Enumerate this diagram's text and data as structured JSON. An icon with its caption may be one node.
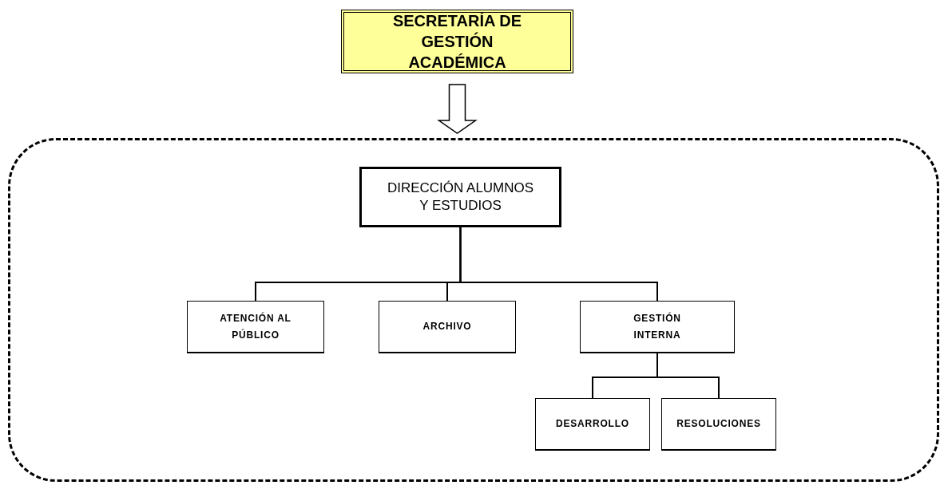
{
  "diagram": {
    "nodes": [
      {
        "text": [
          "SECRETARÍA DE GESTIÓN ACADÉMICA"
        ]
      },
      {
        "text": [],
        "shape": "box"
      },
      {
        "text": [
          "DIRECCIÓN ALUMNOS Y ESTUDIOS"
        ],
        "in": 1
      },
      {
        "text": [
          "ATENCIÓN AL PÚBLICO"
        ],
        "in": 1
      },
      {
        "text": [
          "ARCHIVO"
        ],
        "in": 1
      },
      {
        "text": [
          "GESTIÓN INTERNA"
        ],
        "in": 1
      },
      {
        "text": [
          "DESARROLLO"
        ],
        "in": 1
      },
      {
        "text": [
          "RESOLUCIONES"
        ],
        "in": 1
      }
    ],
    "edges": [
      {
        "from": 0,
        "to": 1,
        "arrow": "to",
        "style": "thick"
      },
      {
        "from": 2,
        "to": 3,
        "arrow": "none"
      },
      {
        "from": 2,
        "to": 4,
        "arrow": "none"
      },
      {
        "from": 2,
        "to": 5,
        "arrow": "none"
      },
      {
        "from": 5,
        "to": 6,
        "arrow": "none"
      },
      {
        "from": 5,
        "to": 7,
        "arrow": "none"
      }
    ]
  }
}
